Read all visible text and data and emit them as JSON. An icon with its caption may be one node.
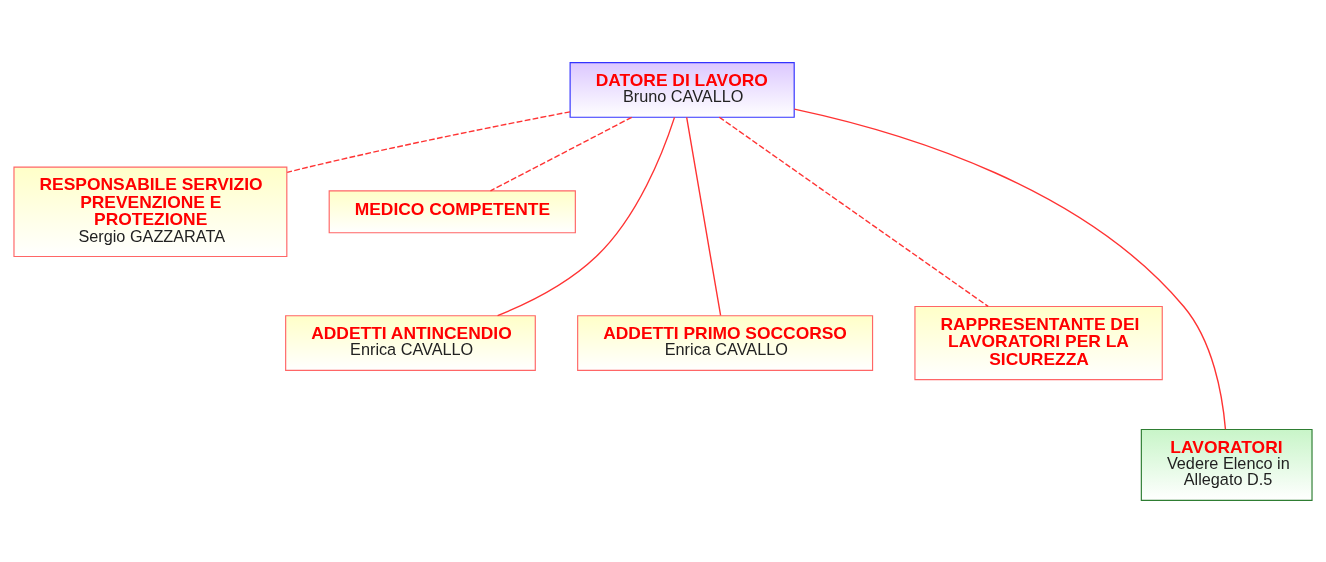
{
  "diagram": {
    "nodes": [
      {
        "text": [
          "DATORE DI LAVORO",
          "Bruno CAVALLO"
        ]
      },
      {
        "text": [
          "RESPONSABILE SERVIZIO PREVENZIONE E PROTEZIONE",
          "Sergio GAZZARATA"
        ]
      },
      {
        "text": [
          "MEDICO COMPETENTE"
        ]
      },
      {
        "text": [
          "ADDETTI ANTINCENDIO",
          "Enrica CAVALLO"
        ]
      },
      {
        "text": [
          "ADDETTI PRIMO SOCCORSO",
          "Enrica CAVALLO"
        ]
      },
      {
        "text": [
          "RAPPRESENTANTE DEI LAVORATORI PER LA SICUREZZA"
        ]
      },
      {
        "text": [
          "LAVORATORI",
          "Vedere Elenco in Allegato D.5"
        ]
      }
    ],
    "edges": [
      {
        "from": 0,
        "to": 1,
        "arrow": "none",
        "style": "dashed"
      },
      {
        "from": 0,
        "to": 2,
        "arrow": "none",
        "style": "dashed"
      },
      {
        "from": 0,
        "to": 3,
        "arrow": "none"
      },
      {
        "from": 0,
        "to": 4,
        "arrow": "none"
      },
      {
        "from": 0,
        "to": 5,
        "arrow": "none",
        "style": "dashed"
      },
      {
        "from": 0,
        "to": 6,
        "arrow": "none"
      }
    ]
  }
}
